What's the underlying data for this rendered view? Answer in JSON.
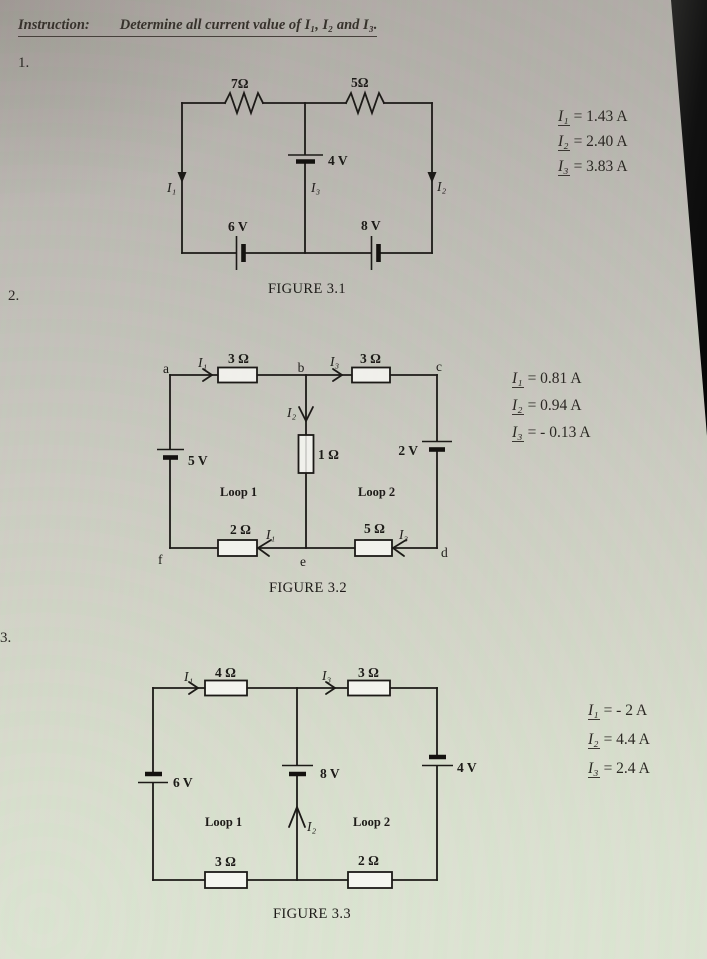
{
  "instruction": {
    "label": "Instruction:",
    "text": "Determine all current value of I₁, I₂ and I₃."
  },
  "problem1": {
    "number": "1.",
    "caption": "FIGURE 3.1",
    "resistors": {
      "r1": "7Ω",
      "r2": "5Ω"
    },
    "sources": {
      "v_mid": "4 V",
      "v_left": "6 V",
      "v_right": "8 V"
    },
    "currents": {
      "i1": "I₁",
      "i2": "I₂",
      "i3": "I₃"
    },
    "answers": [
      {
        "label": "I₁",
        "value": "= 1.43 A"
      },
      {
        "label": "I₂",
        "value": "= 2.40 A"
      },
      {
        "label": "I₃",
        "value": "= 3.83 A"
      }
    ]
  },
  "problem2": {
    "number": "2.",
    "caption": "FIGURE 3.2",
    "nodes": {
      "a": "a",
      "b": "b",
      "c": "c",
      "d": "d",
      "e": "e",
      "f": "f"
    },
    "resistors": {
      "r_ab": "3 Ω",
      "r_bc": "3 Ω",
      "r_mid": "1 Ω",
      "r_fe": "2 Ω",
      "r_ed": "5 Ω"
    },
    "sources": {
      "v_left": "5 V",
      "v_right": "2 V"
    },
    "currents": {
      "i1_top": "I₁",
      "i3_top": "I₃",
      "i2": "I₂",
      "i1_bottom": "I₁",
      "i3_bottom": "I₃"
    },
    "loops": {
      "loop1": "Loop 1",
      "loop2": "Loop 2"
    },
    "answers": [
      {
        "label": "I₁",
        "value": "= 0.81 A"
      },
      {
        "label": "I₂",
        "value": "= 0.94 A"
      },
      {
        "label": "I₃",
        "value": "= - 0.13 A"
      }
    ]
  },
  "problem3": {
    "number": "3.",
    "caption": "FIGURE 3.3",
    "resistors": {
      "r1": "4 Ω",
      "r2": "3 Ω",
      "r3": "3 Ω",
      "r4": "2 Ω"
    },
    "sources": {
      "v_left": "6 V",
      "v_mid": "8 V",
      "v_right": "4 V"
    },
    "currents": {
      "i1": "I₁",
      "i2": "I₂",
      "i3": "I₃"
    },
    "loops": {
      "loop1": "Loop 1",
      "loop2": "Loop 2"
    },
    "answers": [
      {
        "label": "I₁",
        "value": "= - 2 A"
      },
      {
        "label": "I₂",
        "value": "= 4.4 A"
      },
      {
        "label": "I₃",
        "value": "= 2.4 A"
      }
    ]
  }
}
